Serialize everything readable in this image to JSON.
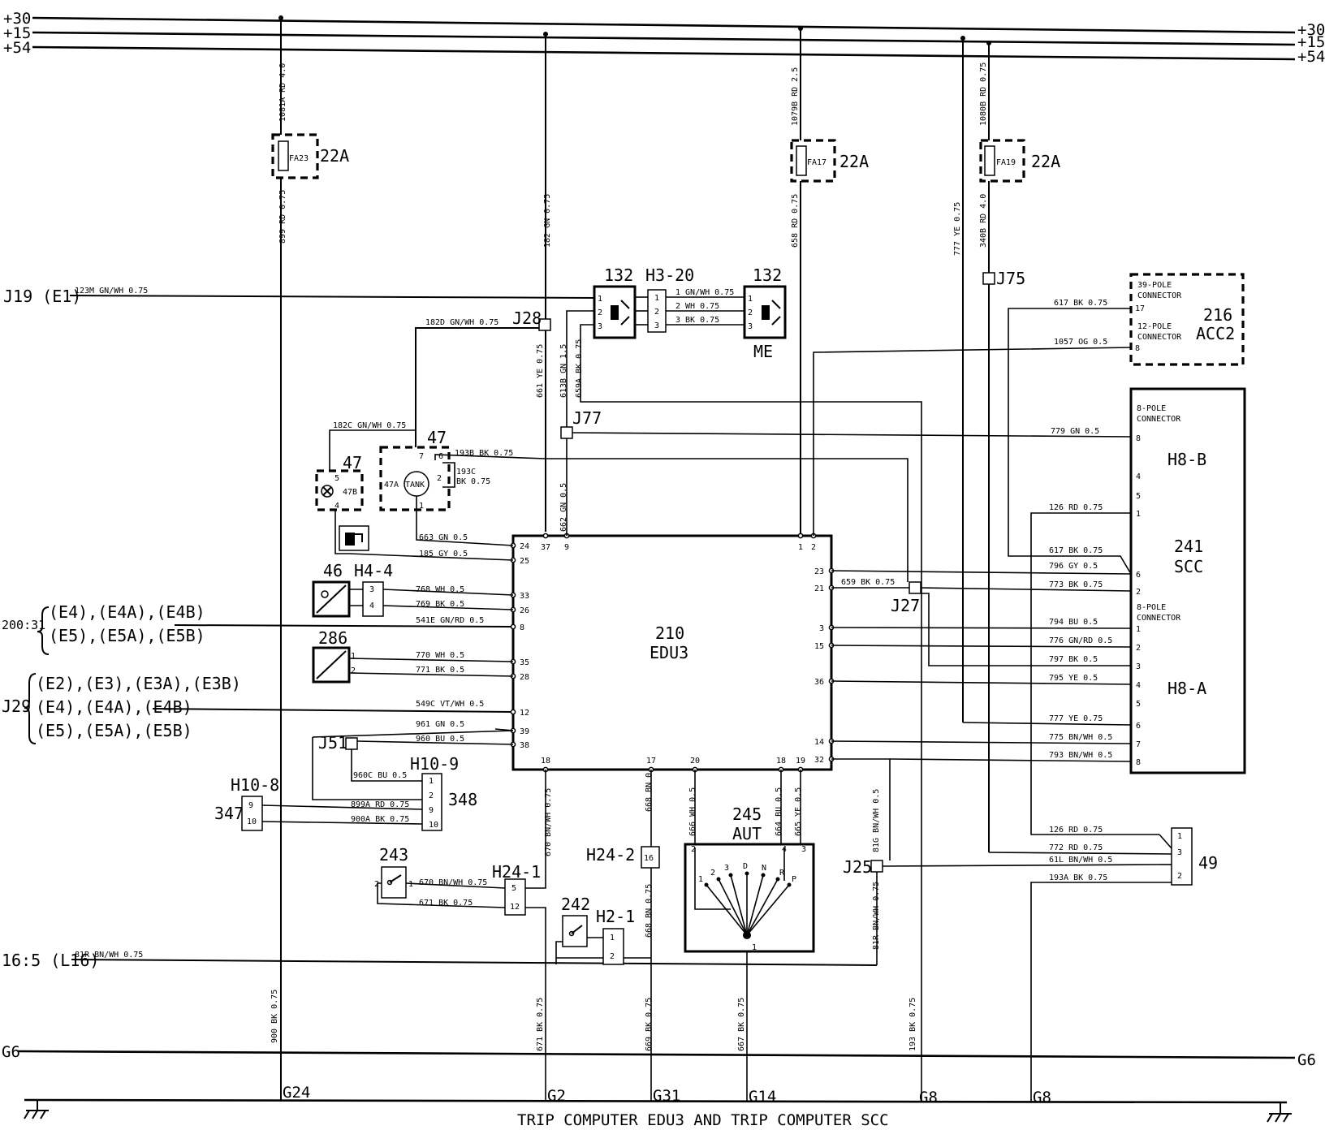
{
  "rails": {
    "p30": "+30",
    "p15": "+15",
    "p54": "+54",
    "g6": "G6"
  },
  "title": "TRIP COMPUTER EDU3 AND TRIP COMPUTER SCC",
  "grounds": [
    "G24",
    "G2",
    "G31",
    "G14",
    "G8",
    "G8"
  ],
  "components": {
    "edu3_num": "210",
    "edu3_name": "EDU3",
    "scc_num": "241",
    "scc_name": "SCC",
    "scc_h8b": "H8-B",
    "scc_h8a": "H8-A",
    "scc_conn8a": "8-POLE",
    "scc_conn8b": "CONNECTOR",
    "acc_num": "216",
    "acc_name": "ACC2",
    "acc_conn39a": "39-POLE",
    "acc_conn39b": "CONNECTOR",
    "acc_conn12a": "12-POLE",
    "acc_conn12b": "CONNECTOR",
    "aut_num": "245",
    "aut_name": "AUT",
    "aut_positions": [
      "1",
      "2",
      "3",
      "D",
      "N",
      "R",
      "P"
    ],
    "tank": "TANK",
    "tank_num": "47",
    "tank_pos": "47A",
    "lamp_num": "47",
    "lamp_pos": "47B",
    "c46": "46",
    "c286": "286",
    "c243": "243",
    "c242": "242",
    "c347": "347",
    "c348": "348",
    "c49": "49",
    "c132a": "132",
    "c132b": "132",
    "me": "ME"
  },
  "fuses": [
    {
      "id": "FA23",
      "rating": "22A"
    },
    {
      "id": "FA17",
      "rating": "22A"
    },
    {
      "id": "FA19",
      "rating": "22A"
    }
  ],
  "connectors": {
    "h3_20": "H3-20",
    "h4_4": "H4-4",
    "h10_8": "H10-8",
    "h10_9": "H10-9",
    "h24_1": "H24-1",
    "h24_2": "H24-2",
    "h2_1": "H2-1"
  },
  "junctions": {
    "j28": "J28",
    "j77": "J77",
    "j75": "J75",
    "j27": "J27",
    "j51": "J51",
    "j25": "J25"
  },
  "refs": {
    "j19": "J19 (E1)",
    "r200_lead": "200:31",
    "r200_1": "(E4),(E4A),(E4B)",
    "r200_2": "(E5),(E5A),(E5B)",
    "j29_lead": "J29",
    "j29_1": "(E2),(E3),(E3A),(E3B)",
    "j29_2": "(E4),(E4A),(E4B)",
    "j29_3": "(E5),(E5A),(E5B)",
    "r16": "16:5 (L16)"
  },
  "wires": {
    "w1081a": "1081A RD 4.0",
    "w899": "899 RD 0.75",
    "w182": "182 GN 0.75",
    "w1079b": "1079B RD 2.5",
    "w658": "658 RD 0.75",
    "w777a": "777 YE 0.75",
    "w1080b": "1080B RD 0.75",
    "w340b": "340B RD 4.0",
    "w123m": "123M GN/WH 0.75",
    "w182d": "182D GN/WH 0.75",
    "w661": "661 YE 0.75",
    "w613b": "613B GN 1.5",
    "w659a": "659A BK 0.75",
    "h320_1": "1 GN/WH 0.75",
    "h320_2": "2 WH 0.75",
    "h320_3": "3 BK 0.75",
    "w182c": "182C GN/WH 0.75",
    "w193b": "193B BK 0.75",
    "w193c": "193C",
    "w193c2": "BK 0.75",
    "w662": "662 GN 0.5",
    "w663": "663 GN 0.5",
    "w185": "185 GY 0.5",
    "w768": "768 WH 0.5",
    "w769": "769 BK 0.5",
    "w541e": "541E GN/RD 0.5",
    "w770": "770 WH 0.5",
    "w771": "771 BK 0.5",
    "w549c": "549C VT/WH 0.5",
    "w961": "961 GN 0.5",
    "w960": "960 BU 0.5",
    "w960c": "960C BU 0.5",
    "w899a": "899A RD 0.75",
    "w900a": "900A BK 0.75",
    "w670v": "670 BN/WH 0.75",
    "w670h": "670 BN/WH 0.75",
    "w671h": "671 BK 0.75",
    "w668": "668 BN 0.75",
    "w668b": "668 BN 0.75",
    "w666": "666 WH 0.5",
    "w664": "664 BU 0.5",
    "w665": "665 YE 0.5",
    "w81r": "81R BN/WH 0.75",
    "w81g": "81G BN/WH 0.5",
    "w81r_v": "81R BN/WH 0.75",
    "w900": "900 BK 0.75",
    "w671": "671 BK 0.75",
    "w669": "669 BK 0.75",
    "w667": "667 BK 0.75",
    "w193": "193 BK 0.75",
    "w617a": "617 BK 0.75",
    "w1057": "1057 OG 0.5",
    "w779": "779 GN 0.5",
    "w126a": "126 RD 0.75",
    "w617b": "617 BK 0.75",
    "w796": "796 GY 0.5",
    "w659": "659 BK 0.75",
    "w773": "773 BK 0.75",
    "w794": "794 BU 0.5",
    "w776": "776 GN/RD 0.5",
    "w797": "797 BK 0.5",
    "w795": "795 YE 0.5",
    "w777": "777 YE 0.75",
    "w775": "775 BN/WH 0.5",
    "w793": "793 BN/WH 0.5",
    "w126b": "126 RD 0.75",
    "w772": "772 RD 0.75",
    "w61l": "61L BN/WH 0.5",
    "w193a": "193A BK 0.75"
  },
  "pins": {
    "edu_l": [
      "24",
      "25",
      "33",
      "26",
      "8",
      "35",
      "28",
      "12",
      "39",
      "38"
    ],
    "edu_t": [
      "37",
      "9",
      "1",
      "2"
    ],
    "edu_r": [
      "23",
      "21",
      "3",
      "15",
      "36",
      "14",
      "32"
    ],
    "edu_b": [
      "18",
      "17",
      "20",
      "18",
      "19"
    ],
    "scc_b": [
      "8",
      "4",
      "5",
      "1",
      "6",
      "2"
    ],
    "scc_a": [
      "1",
      "2",
      "3",
      "4",
      "5",
      "6",
      "7",
      "8"
    ],
    "acc": [
      "17",
      "8"
    ],
    "c132a": [
      "1",
      "2",
      "3"
    ],
    "h3_20": [
      "1",
      "2",
      "3"
    ],
    "me": [
      "1",
      "2",
      "3"
    ],
    "h4_4": [
      "3",
      "4"
    ],
    "c286": [
      "1",
      "2"
    ],
    "h10_8": [
      "9",
      "10"
    ],
    "h10_9": [
      "1",
      "2",
      "9",
      "10"
    ],
    "h24_1": [
      "5",
      "12"
    ],
    "h24_2": [
      "16"
    ],
    "h2_1": [
      "1",
      "2"
    ],
    "c243": [
      "2",
      "1"
    ],
    "c49": [
      "1",
      "3",
      "2"
    ],
    "tank": [
      "7",
      "6",
      "2",
      "1"
    ],
    "lamp": [
      "5",
      "4"
    ],
    "aut": [
      "2",
      "4",
      "3",
      "1"
    ]
  }
}
